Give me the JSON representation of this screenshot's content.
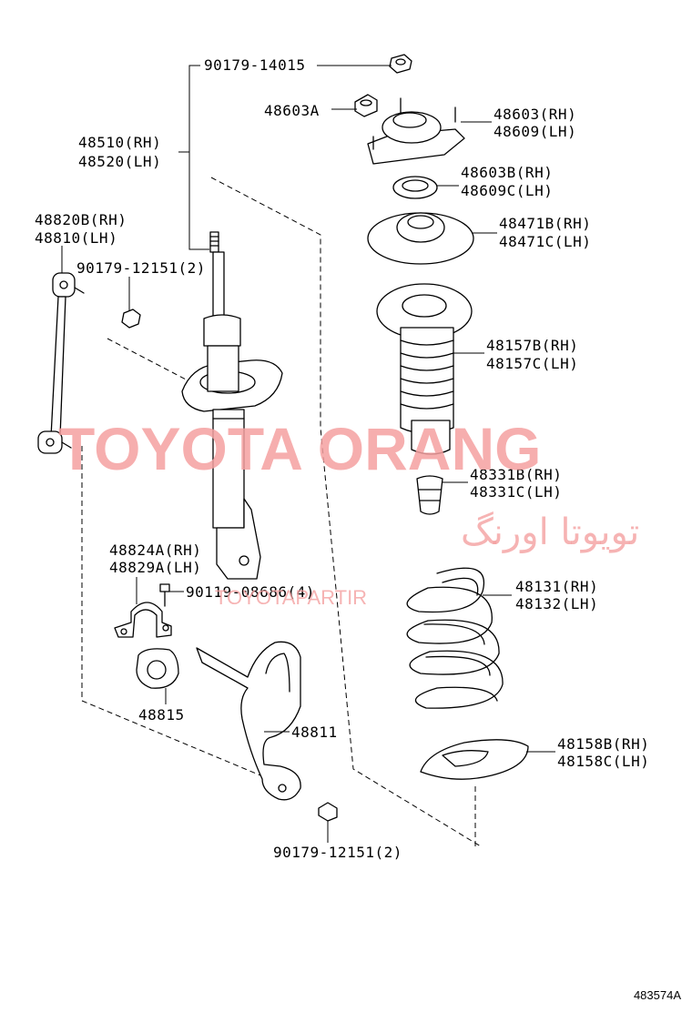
{
  "labels": {
    "p9017914015": "90179-14015",
    "p48603A": "48603A",
    "p48603": "48603(RH)",
    "p48609": "48609(LH)",
    "p48510": "48510(RH)",
    "p48520": "48520(LH)",
    "p48603B": "48603B(RH)",
    "p48609C": "48609C(LH)",
    "p48471B": "48471B(RH)",
    "p48471C": "48471C(LH)",
    "p48820B": "48820B(RH)",
    "p48810": "48810(LH)",
    "p90179_12151_top": "90179-12151(2)",
    "p48157B": "48157B(RH)",
    "p48157C": "48157C(LH)",
    "p48331B": "48331B(RH)",
    "p48331C": "48331C(LH)",
    "p48824A": "48824A(RH)",
    "p48829A": "48829A(LH)",
    "p90119": "90119-08686(4)",
    "p48131": "48131(RH)",
    "p48132": "48132(LH)",
    "p48815": "48815",
    "p48811": "48811",
    "p48158B": "48158B(RH)",
    "p48158C": "48158C(LH)",
    "p90179_12151_bot": "90179-12151(2)"
  },
  "watermark": {
    "main": "TOYOTA ORANG",
    "arabic": "تویوتا اورنگ",
    "small": "TOYOTAPARTIR"
  },
  "diagram_code": "483574A"
}
